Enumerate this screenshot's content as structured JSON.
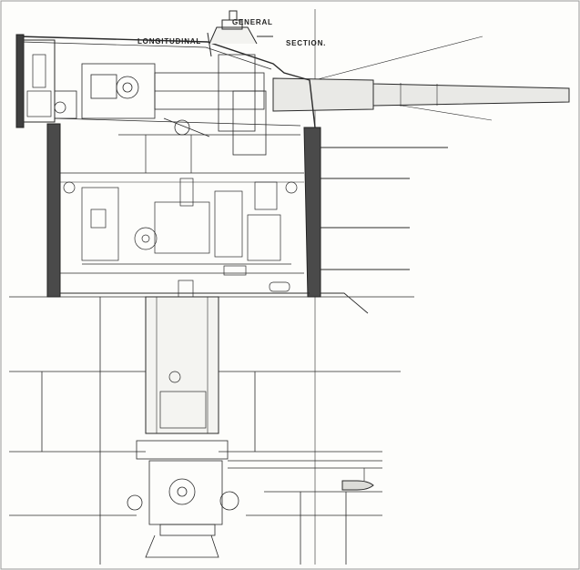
{
  "drawing": {
    "title_line1": "GENERAL",
    "title_line2_left": "LONGITUDINAL",
    "title_line2_right": "SECTION.",
    "ink_color": "#2a2a2a",
    "paper_color": "#fdfdfb",
    "armor_color": "#4a4a4a"
  }
}
